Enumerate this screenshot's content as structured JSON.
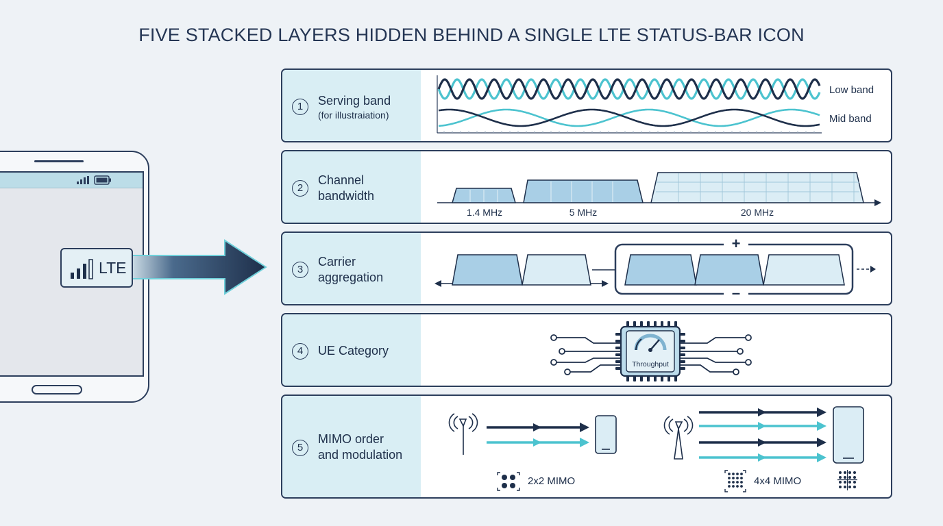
{
  "title": "FIVE STACKED LAYERS HIDDEN BEHIND A SINGLE LTE STATUS-BAR ICON",
  "lte_icon": {
    "label": "LTE"
  },
  "layers": [
    {
      "number": "1",
      "label": "Serving band",
      "sublabel": "(for illustraiation)",
      "legend": [
        "Low band",
        "Mid band"
      ]
    },
    {
      "number": "2",
      "label_lines": [
        "Channel",
        "bandwidth"
      ],
      "bandwidths": [
        "1.4 MHz",
        "5 MHz",
        "20 MHz"
      ]
    },
    {
      "number": "3",
      "label_lines": [
        "Carrier",
        "aggregation"
      ],
      "plus_symbol": "+",
      "minus_symbol": "–"
    },
    {
      "number": "4",
      "label": "UE Category",
      "chip_label": "Throughput"
    },
    {
      "number": "5",
      "label_lines": [
        "MIMO order",
        "and modulation"
      ],
      "mimo": [
        "2x2 MIMO",
        "4x4 MIMO"
      ]
    }
  ],
  "colors": {
    "navy": "#1e2f4a",
    "teal": "#4cc3cf",
    "panel_label_bg": "#d9eef4",
    "block_fill": "#a9cfe6",
    "block_fill_light": "#dbedf5"
  },
  "icons": [
    "signal-bars-icon",
    "battery-icon",
    "antenna-icon",
    "phone-icon",
    "chip-icon",
    "gauge-icon",
    "constellation-icon"
  ]
}
